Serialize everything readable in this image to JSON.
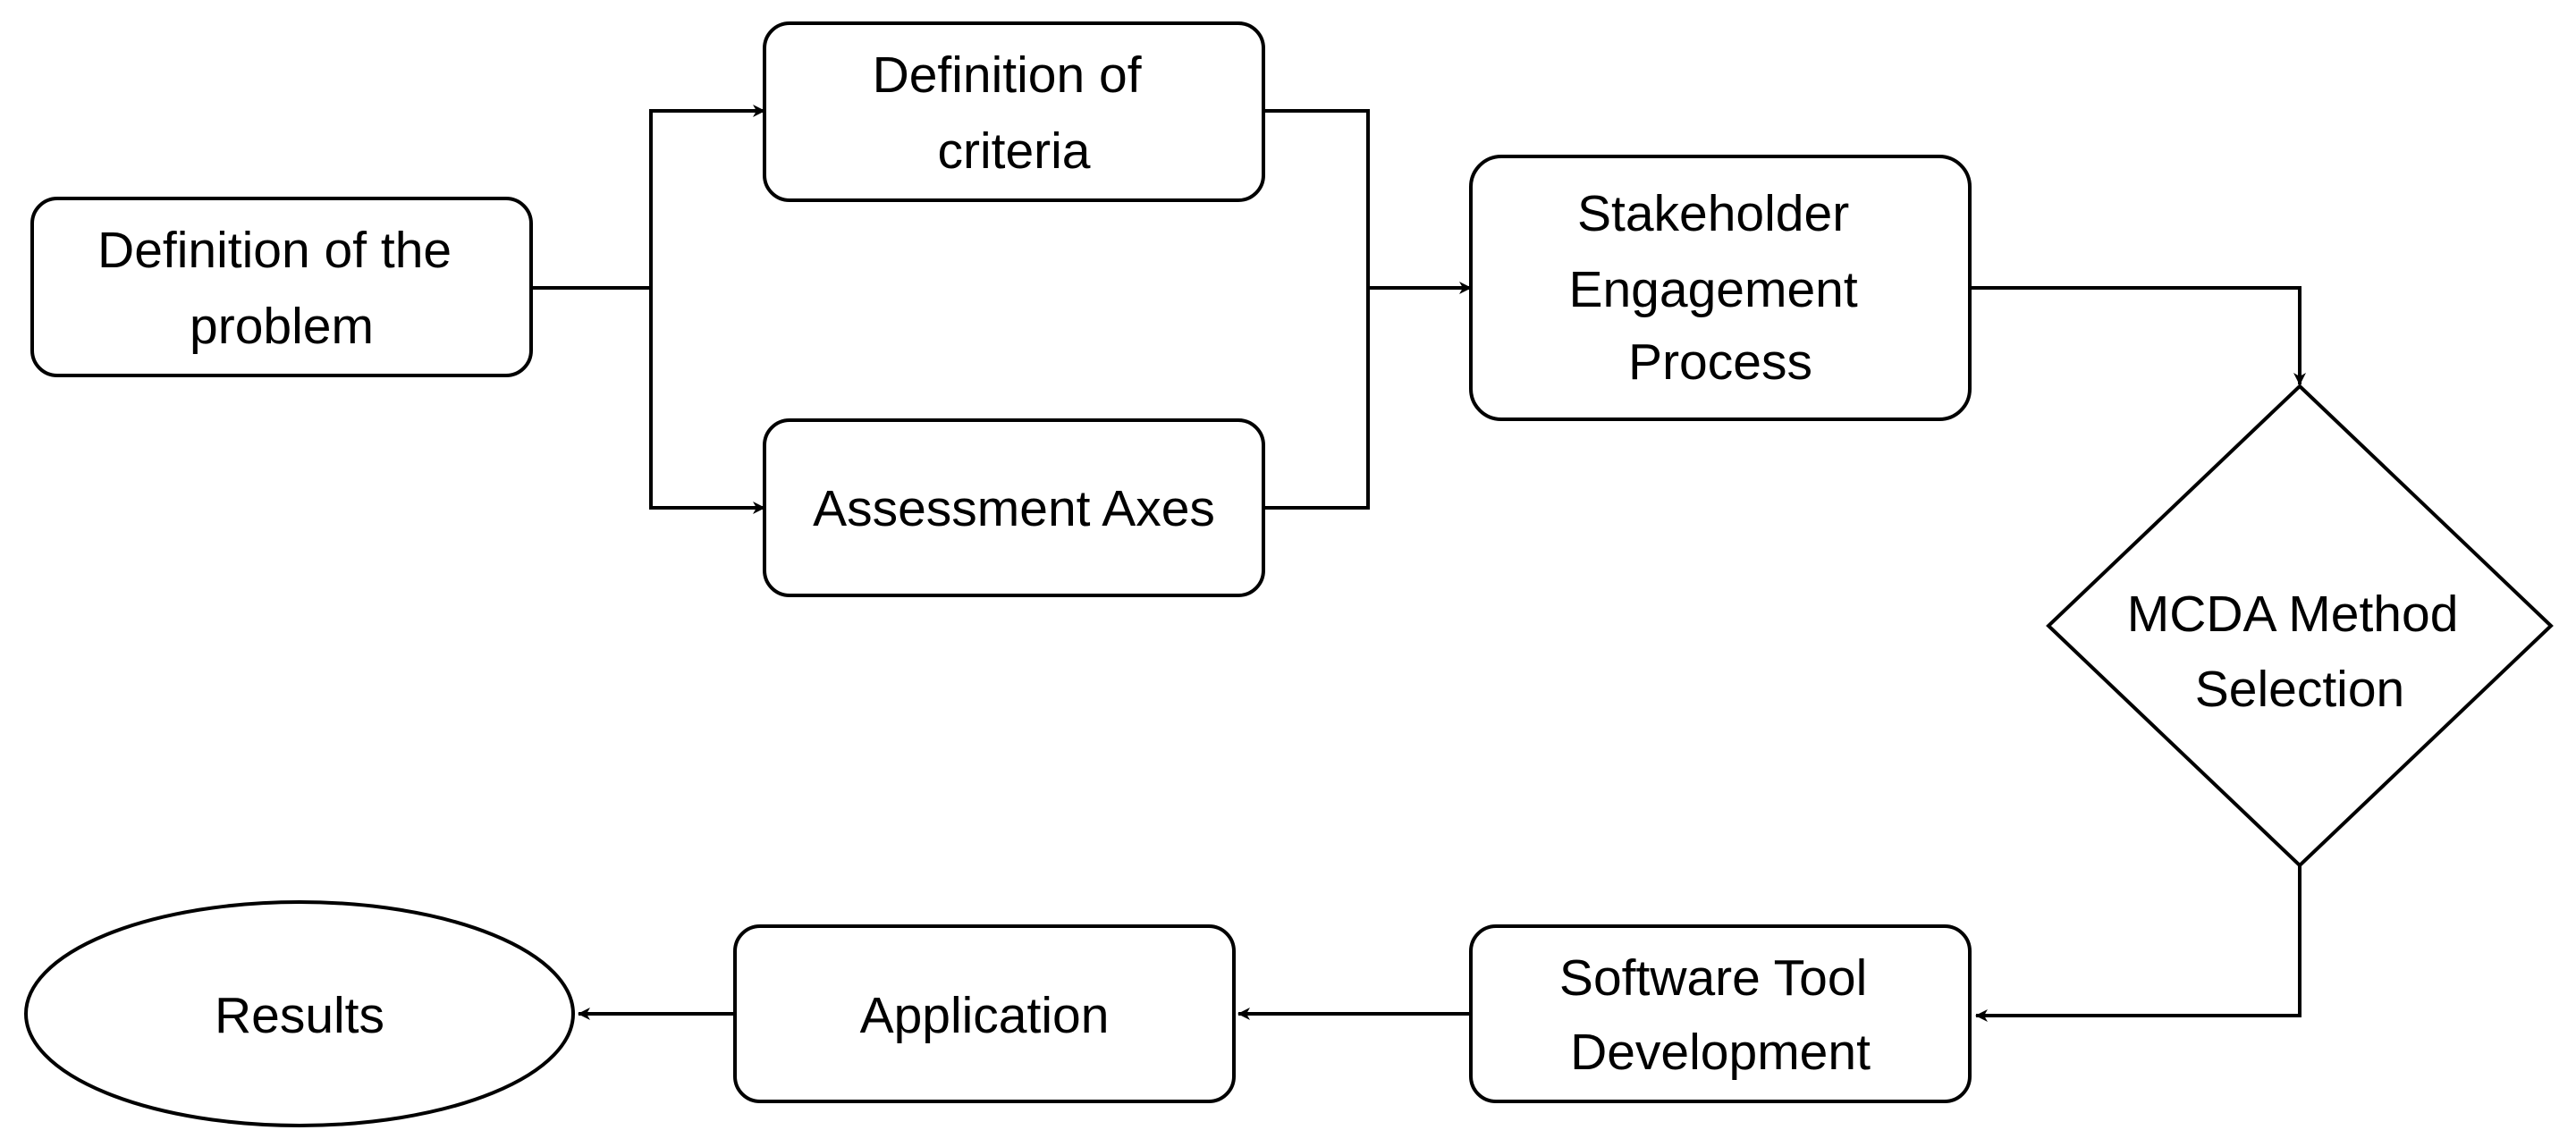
{
  "nodes": {
    "problem": {
      "lines": [
        "Definition of the",
        "problem"
      ]
    },
    "criteria": {
      "lines": [
        "Definition of",
        "criteria"
      ]
    },
    "axes": {
      "lines": [
        "Assessment Axes"
      ]
    },
    "stakeholder": {
      "lines": [
        "Stakeholder",
        "Engagement",
        "Process"
      ]
    },
    "mcda": {
      "lines": [
        "MCDA Method",
        "Selection"
      ]
    },
    "software": {
      "lines": [
        "Software Tool",
        "Development"
      ]
    },
    "application": {
      "lines": [
        "Application"
      ]
    },
    "results": {
      "lines": [
        "Results"
      ]
    }
  },
  "edges": [
    {
      "from": "problem",
      "to": "criteria"
    },
    {
      "from": "problem",
      "to": "axes"
    },
    {
      "from": "criteria",
      "to": "stakeholder"
    },
    {
      "from": "axes",
      "to": "stakeholder"
    },
    {
      "from": "stakeholder",
      "to": "mcda"
    },
    {
      "from": "mcda",
      "to": "software"
    },
    {
      "from": "software",
      "to": "application"
    },
    {
      "from": "application",
      "to": "results"
    }
  ],
  "colors": {
    "stroke": "#000000",
    "fill": "#ffffff",
    "text": "#000000"
  }
}
